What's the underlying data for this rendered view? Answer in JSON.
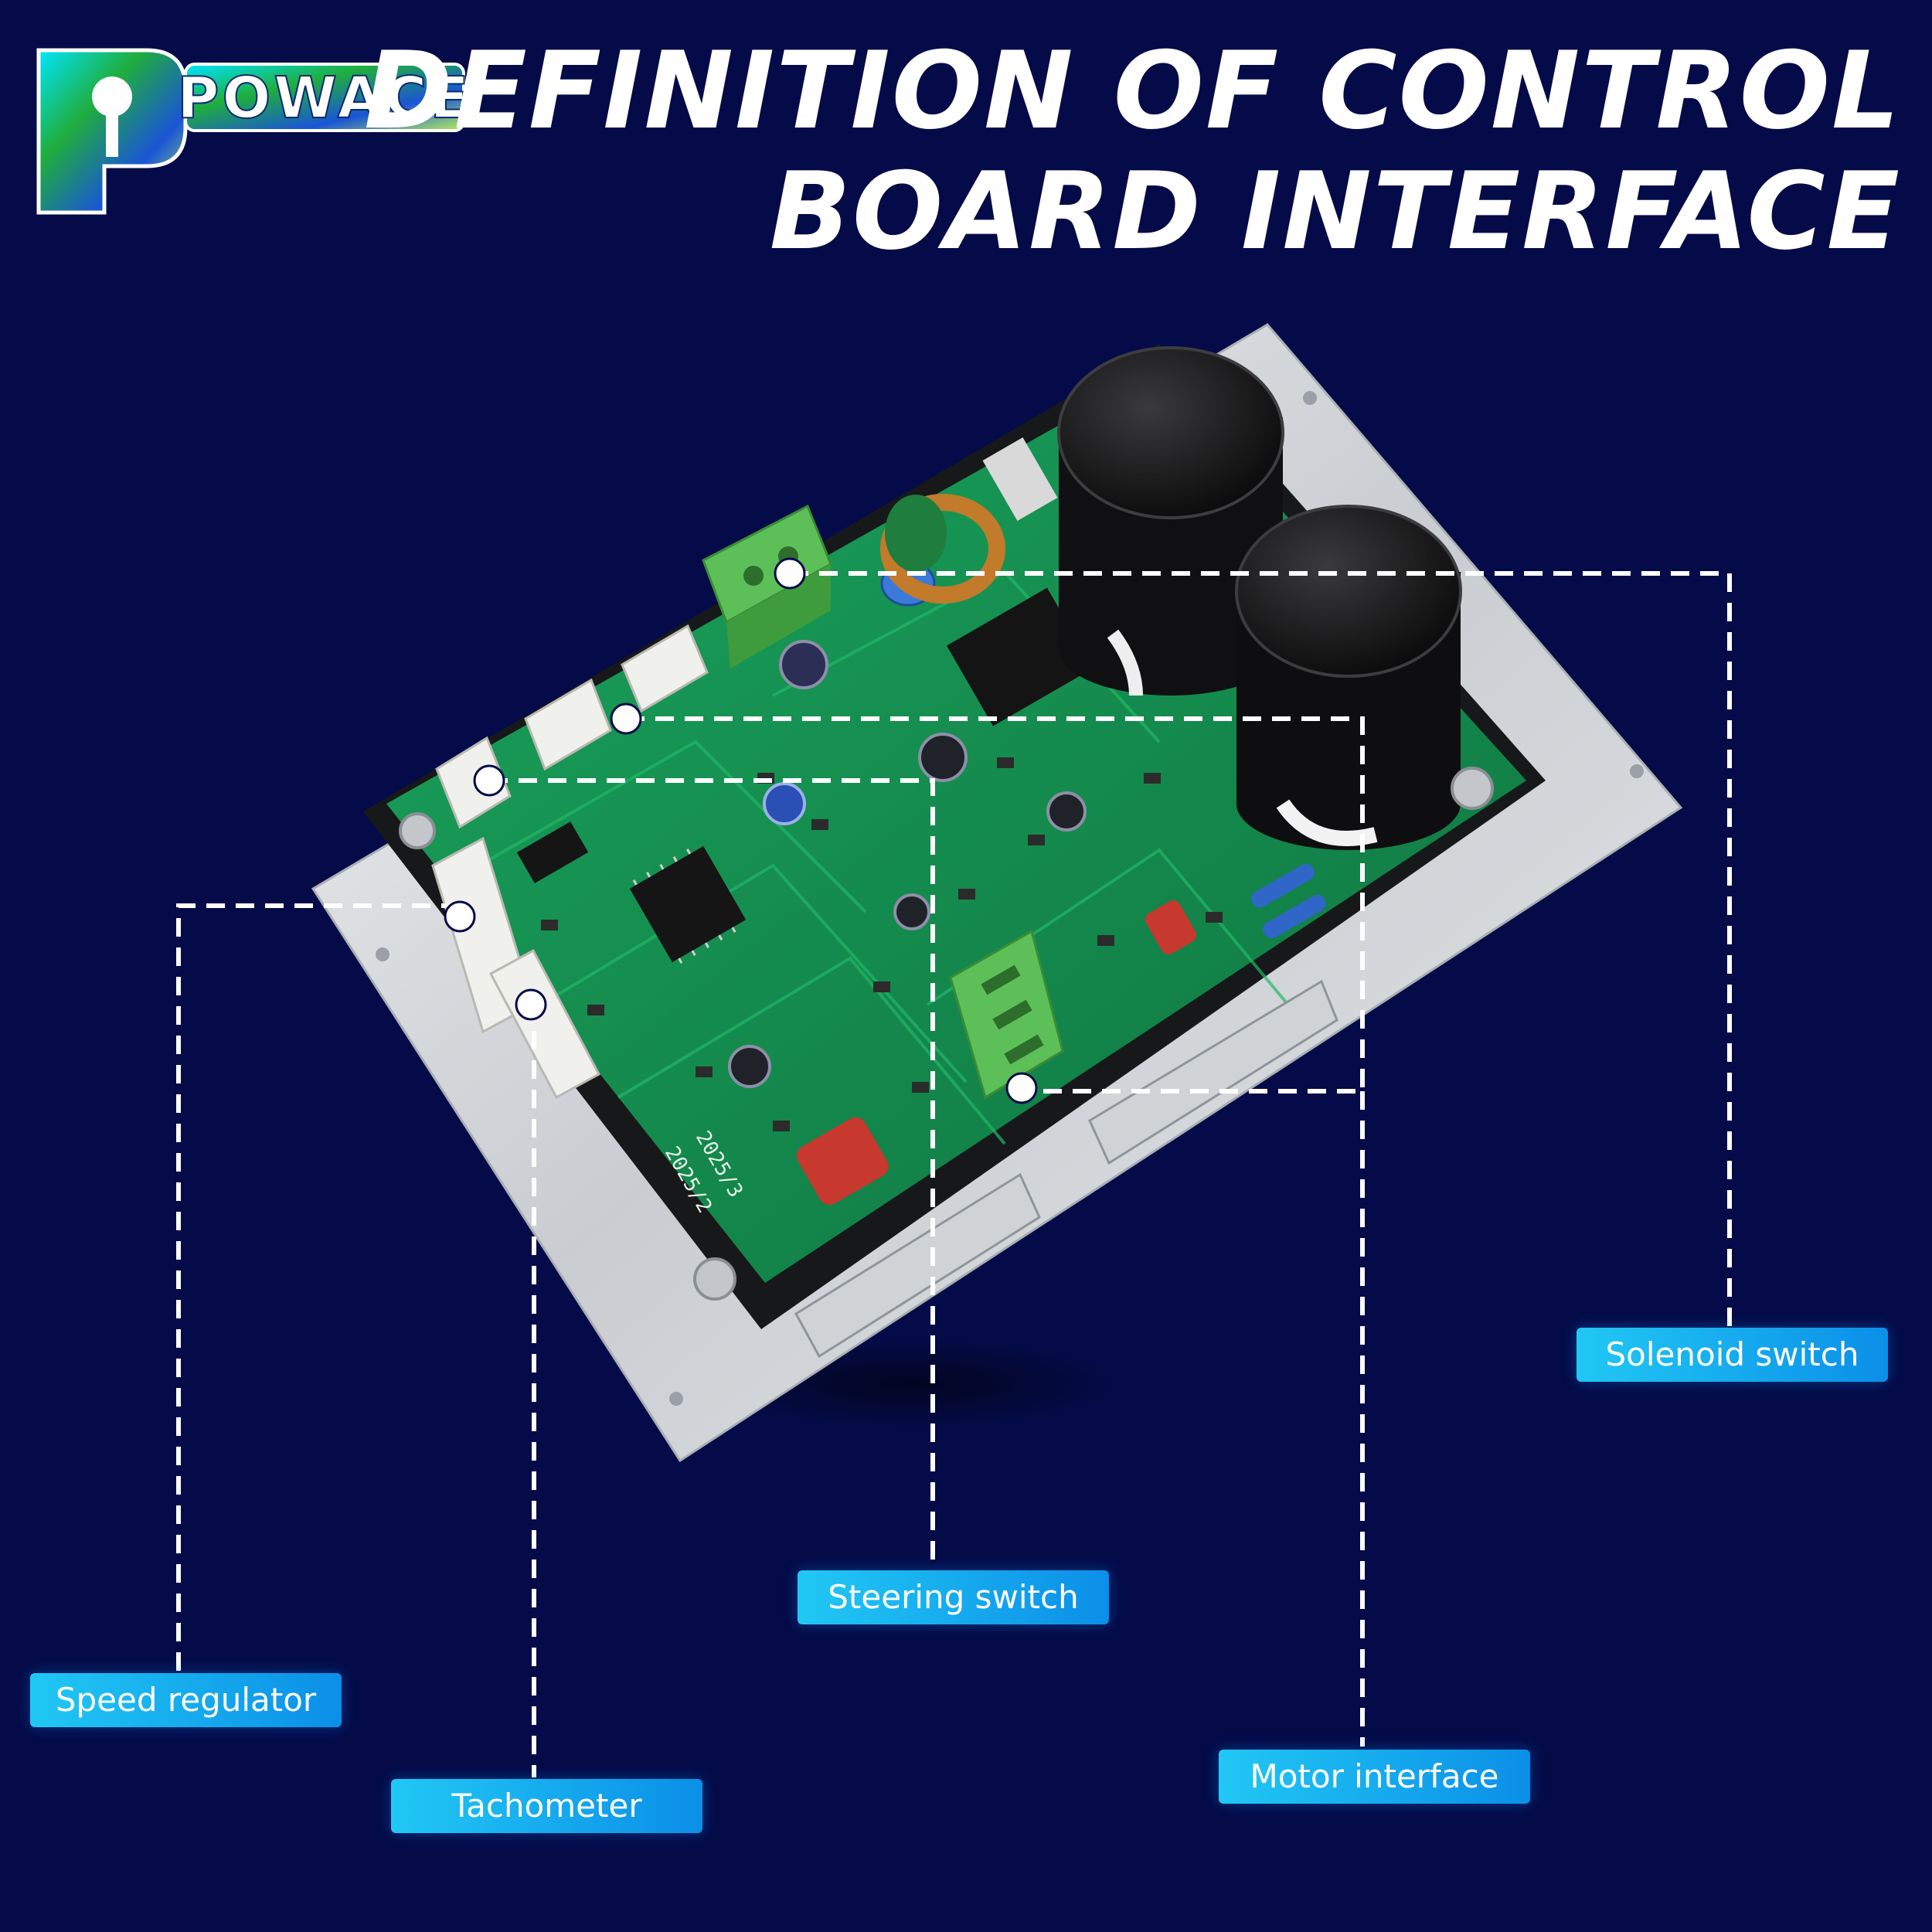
{
  "brand": {
    "logo_text": "POWACE"
  },
  "title": {
    "line1": "DEFINITION OF CONTROL",
    "line2": "BOARD INTERFACE"
  },
  "labels": {
    "solenoid": "Solenoid switch",
    "steering": "Steering switch",
    "speed": "Speed regulator",
    "tachometer": "Tachometer",
    "motor": "Motor interface"
  },
  "board_markings": {
    "dates": [
      "2025/2",
      "2025/3"
    ]
  },
  "colors": {
    "background": "#040b48",
    "label_start": "#21c8f4",
    "label_end": "#0b8fe8",
    "pcb": "#138b4f",
    "plate": "#d9dcdf"
  }
}
